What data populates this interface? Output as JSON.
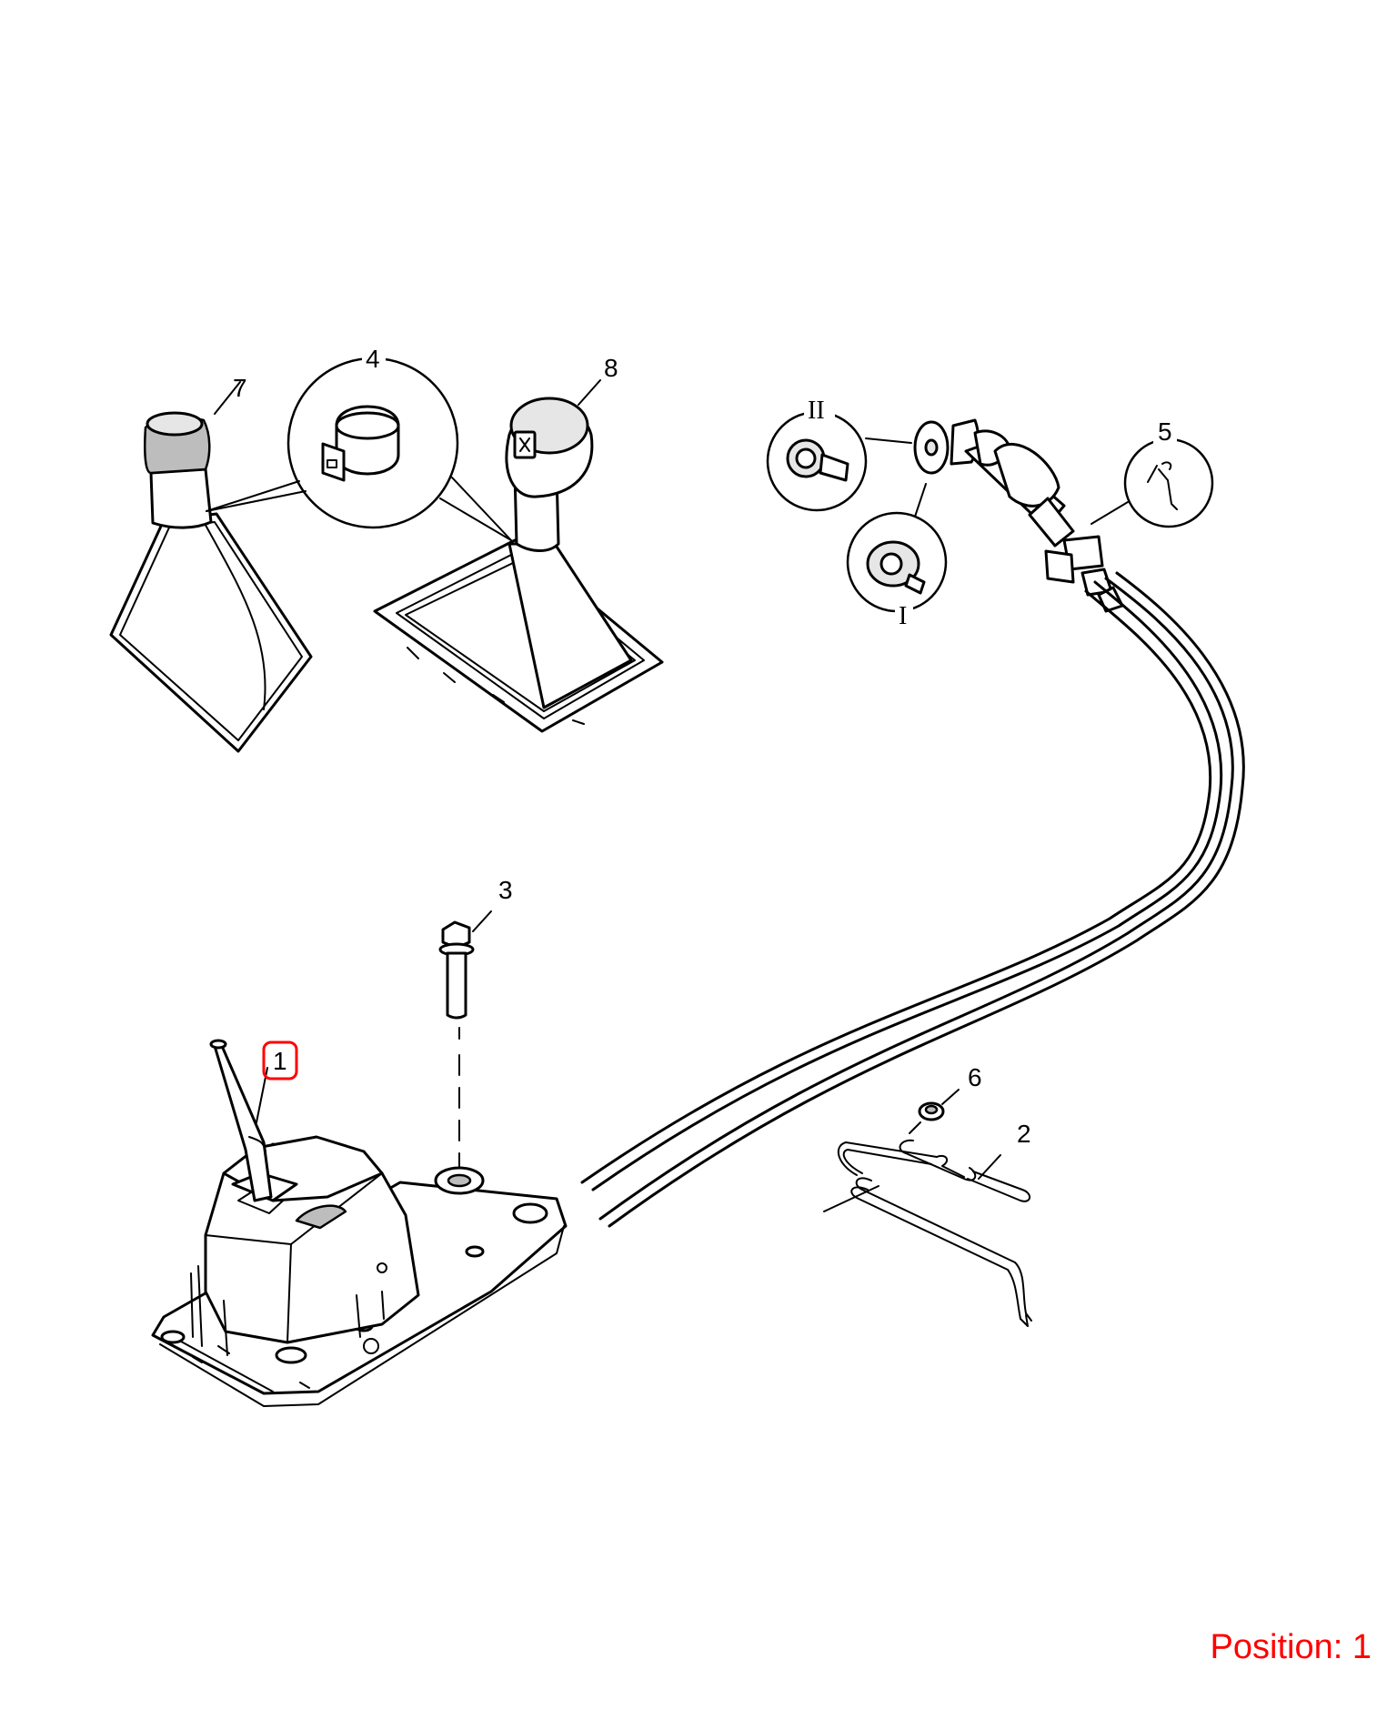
{
  "callouts": {
    "c1": "1",
    "c2": "2",
    "c3": "3",
    "c4": "4",
    "c5": "5",
    "c6": "6",
    "c7": "7",
    "c8": "8",
    "detail_i": "I",
    "detail_ii": "II"
  },
  "highlight": {
    "selected_callout": "1",
    "color": "#ff0000"
  },
  "position": {
    "label": "Position: 1"
  }
}
